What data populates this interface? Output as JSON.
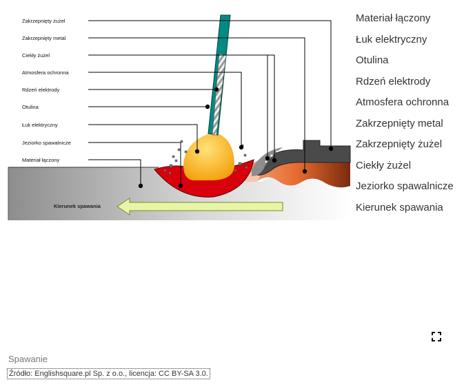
{
  "diagram": {
    "callouts": [
      "Zakrzepnięty żużel",
      "Zakrzepnięty metal",
      "Ciekły żużel",
      "Atmosfera ochronna",
      "Rdzeń elektrody",
      "Otulina",
      "Łuk elektryczny",
      "Jeziorko spawalnicze",
      "Materiał łączony"
    ],
    "direction_label": "Kierunek spawania",
    "colors": {
      "coating": "#008B84",
      "weld_pool": "#D8000C",
      "arc": "#F6B30C",
      "solid_metal": "#E56B2E",
      "slag": "#4A4A4A",
      "arrow": "#E7F5A8"
    }
  },
  "legend": [
    "Materiał łączony",
    "Łuk elektryczny",
    "Otulina",
    "Rdzeń elektrody",
    "Atmosfera ochronna",
    "Zakrzepnięty metal",
    "Zakrzepnięty żużel",
    "Ciekły żużel",
    "Jeziorko spawalnicze",
    "Kierunek spawania"
  ],
  "expand_icon": "fullscreen-icon",
  "caption": {
    "title": "Spawanie",
    "source": "Źródło: Englishsquare.pl Sp. z o.o., licencja: CC BY-SA 3.0."
  }
}
